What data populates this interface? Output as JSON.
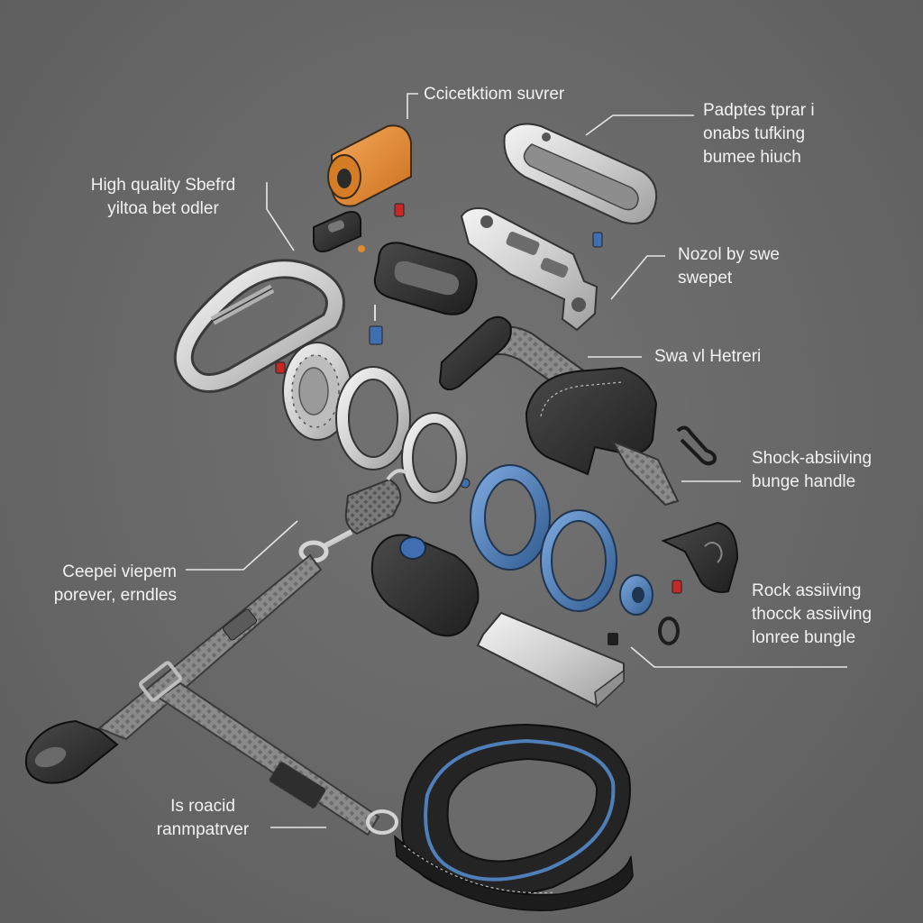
{
  "diagram": {
    "colors": {
      "background": "#6a6a6a",
      "label_text": "#f2f2f2",
      "leader_line": "#e6e6e6",
      "metal": "#d4d4d4",
      "rubber": "#2b2b2b",
      "accent_blue": "#4f7fb8",
      "accent_orange": "#e08a2e",
      "accent_red": "#c62828"
    },
    "labels": {
      "top_center": [
        "Ccicetktiom suvrer"
      ],
      "top_right": [
        "Padptes tprar i",
        "onabs tufking",
        "bumee hiuch"
      ],
      "top_left": [
        "High quality Sbefrd",
        "yiltoa bet odler"
      ],
      "mid_right_1": [
        "Nozol by swe",
        "swepet"
      ],
      "mid_right_2": [
        "Swa vl Hetreri"
      ],
      "mid_right_3": [
        "Shock-absiiving",
        "bunge handle"
      ],
      "mid_left": [
        "Ceepei viepem",
        "porever, erndles"
      ],
      "low_right": [
        "Rock assiiving",
        "thocck assiiving",
        "lonree bungle"
      ],
      "bottom_left": [
        "Is roacid",
        "ranmpatrver"
      ]
    }
  }
}
